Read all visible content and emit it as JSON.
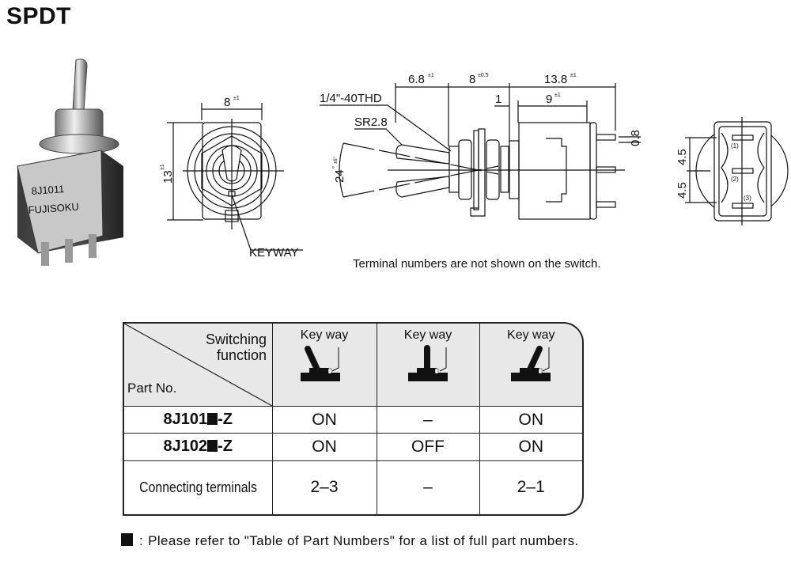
{
  "title": "SPDT",
  "photo": {
    "print_line1": "8J1011",
    "print_line2": "FUJISOKU"
  },
  "front_view": {
    "width_dim": "8",
    "width_tol": "±1",
    "height_dim": "13",
    "height_tol": "±1",
    "keyway_label": "KEYWAY"
  },
  "side_view": {
    "dim_lever": "6.8",
    "dim_lever_tol": "±1",
    "dim_bushing": "8",
    "dim_bushing_tol": "±0.5",
    "dim_body": "13.8",
    "dim_body_tol": "±1",
    "dim_gap": "1",
    "dim_case": "9",
    "dim_case_tol": "±1",
    "dim_pin": "0.8",
    "thread_label": "1/4\"-40THD",
    "radius_label": "SR2.8",
    "angle": "24",
    "angle_unit": "°",
    "angle_tol": "±6°"
  },
  "terminal_view": {
    "pitch1": "4.5",
    "pitch2": "4.5",
    "t1": "(1)",
    "t2": "(2)",
    "t3": "(3)"
  },
  "terminal_note": "Terminal numbers are not shown on the switch.",
  "table": {
    "corner_top_line1": "Switching",
    "corner_top_line2": "function",
    "corner_bottom": "Part No.",
    "columns": [
      "Key way",
      "Key way",
      "Key way"
    ],
    "rows": [
      {
        "part_prefix": "8J101",
        "part_suffix": "-Z",
        "values": [
          "ON",
          "–",
          "ON"
        ]
      },
      {
        "part_prefix": "8J102",
        "part_suffix": "-Z",
        "values": [
          "ON",
          "OFF",
          "ON"
        ]
      }
    ],
    "terminals_label": "Connecting terminals",
    "terminals": [
      "2–3",
      "–",
      "2–1"
    ]
  },
  "footnote": {
    "colon": ":",
    "text": "Please refer to \"Table of Part Numbers\"  for a list of full part numbers."
  }
}
